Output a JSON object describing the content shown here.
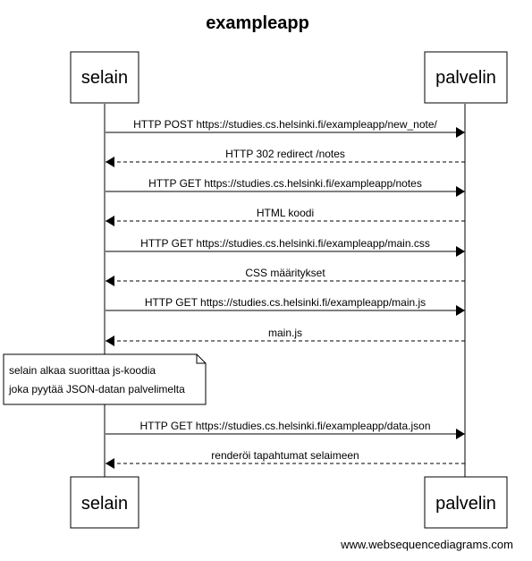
{
  "title": "exampleapp",
  "participants": {
    "left": "selain",
    "right": "palvelin"
  },
  "messages": [
    {
      "label": "HTTP POST https://studies.cs.helsinki.fi/exampleapp/new_note/",
      "direction": "right",
      "style": "solid"
    },
    {
      "label": "HTTP 302 redirect /notes",
      "direction": "left",
      "style": "dashed"
    },
    {
      "label": "HTTP GET https://studies.cs.helsinki.fi/exampleapp/notes",
      "direction": "right",
      "style": "solid"
    },
    {
      "label": "HTML koodi",
      "direction": "left",
      "style": "dashed"
    },
    {
      "label": "HTTP GET https://studies.cs.helsinki.fi/exampleapp/main.css",
      "direction": "right",
      "style": "solid"
    },
    {
      "label": "CSS määritykset",
      "direction": "left",
      "style": "dashed"
    },
    {
      "label": "HTTP GET https://studies.cs.helsinki.fi/exampleapp/main.js",
      "direction": "right",
      "style": "solid"
    },
    {
      "label": "main.js",
      "direction": "left",
      "style": "dashed"
    },
    {
      "label": "HTTP GET https://studies.cs.helsinki.fi/exampleapp/data.json",
      "direction": "right",
      "style": "solid"
    },
    {
      "label": "renderöi tapahtumat selaimeen",
      "direction": "left",
      "style": "dashed"
    }
  ],
  "note": {
    "lines": [
      "selain alkaa suorittaa js-koodia",
      "joka pyytää JSON-datan palvelimelta"
    ]
  },
  "footer": "www.websequencediagrams.com"
}
